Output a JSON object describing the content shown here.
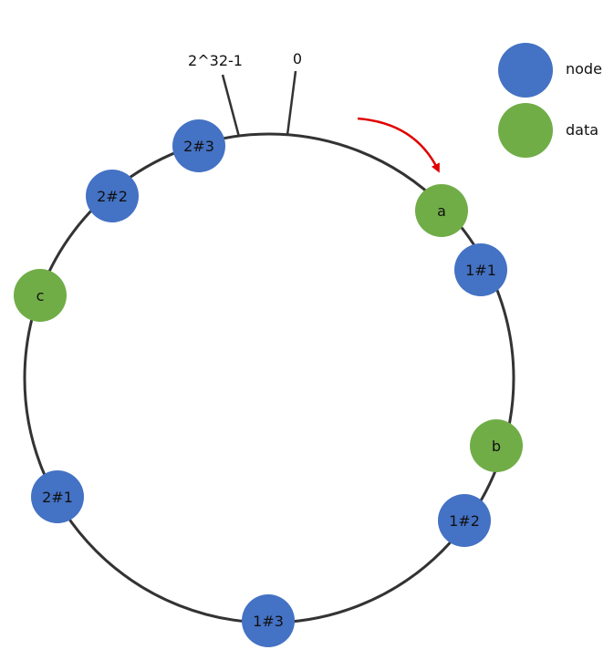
{
  "ring": {
    "start_label": "0",
    "end_label": "2^32-1"
  },
  "legend": [
    {
      "label": "node",
      "color": "#4472c4"
    },
    {
      "label": "data",
      "color": "#70ad47"
    }
  ],
  "nodes": [
    {
      "label": "2#3",
      "kind": "node"
    },
    {
      "label": "2#2",
      "kind": "node"
    },
    {
      "label": "c",
      "kind": "data"
    },
    {
      "label": "2#1",
      "kind": "node"
    },
    {
      "label": "1#3",
      "kind": "node"
    },
    {
      "label": "1#2",
      "kind": "node"
    },
    {
      "label": "b",
      "kind": "data"
    },
    {
      "label": "1#1",
      "kind": "node"
    },
    {
      "label": "a",
      "kind": "data"
    }
  ],
  "colors": {
    "ring": "#333333",
    "arrow": "#e00000",
    "node": "#4472c4",
    "data": "#70ad47"
  }
}
